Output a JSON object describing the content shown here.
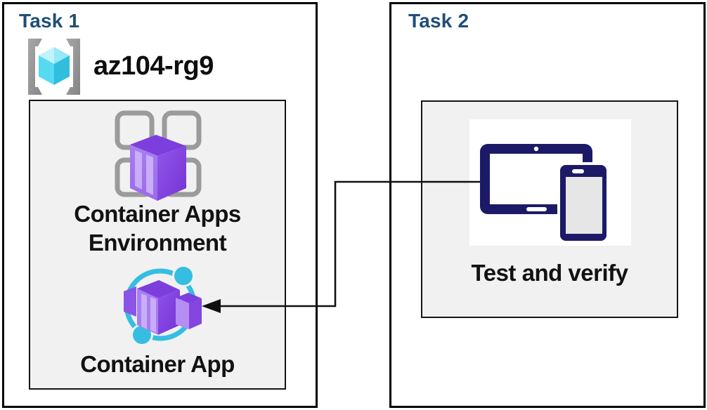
{
  "task1": {
    "title": "Task 1",
    "resource_group": {
      "name": "az104-rg9",
      "icon": "resource-group-icon"
    },
    "environment": {
      "label": "Container Apps\nEnvironment",
      "icon": "container-apps-environment-icon"
    },
    "app": {
      "label": "Container App",
      "icon": "container-app-icon"
    }
  },
  "task2": {
    "title": "Task 2",
    "test": {
      "label": "Test and verify",
      "icon": "tablet-phone-devices-icon"
    }
  },
  "connector": {
    "description": "elbow arrow from Test and verify devices to Container App"
  },
  "colors": {
    "title_blue": "#1f4e79",
    "panel_border": "#000000",
    "inner_panel_fill": "#f1f1f1",
    "purple_light_face": "#a77ef0",
    "purple_stripe": "#c9adf7",
    "purple_dark_face": "#7d3ede",
    "purple_mid_face": "#8a4ae4",
    "cyan_ring": "#35bee2",
    "rg_cube_cyan": "#2fbede",
    "device_navy": "#1c1a67",
    "device_screen_gray": "#e6e6e6",
    "bracket_gray": "#8f8f8f",
    "env_grid_gray": "#9b9b9b"
  }
}
